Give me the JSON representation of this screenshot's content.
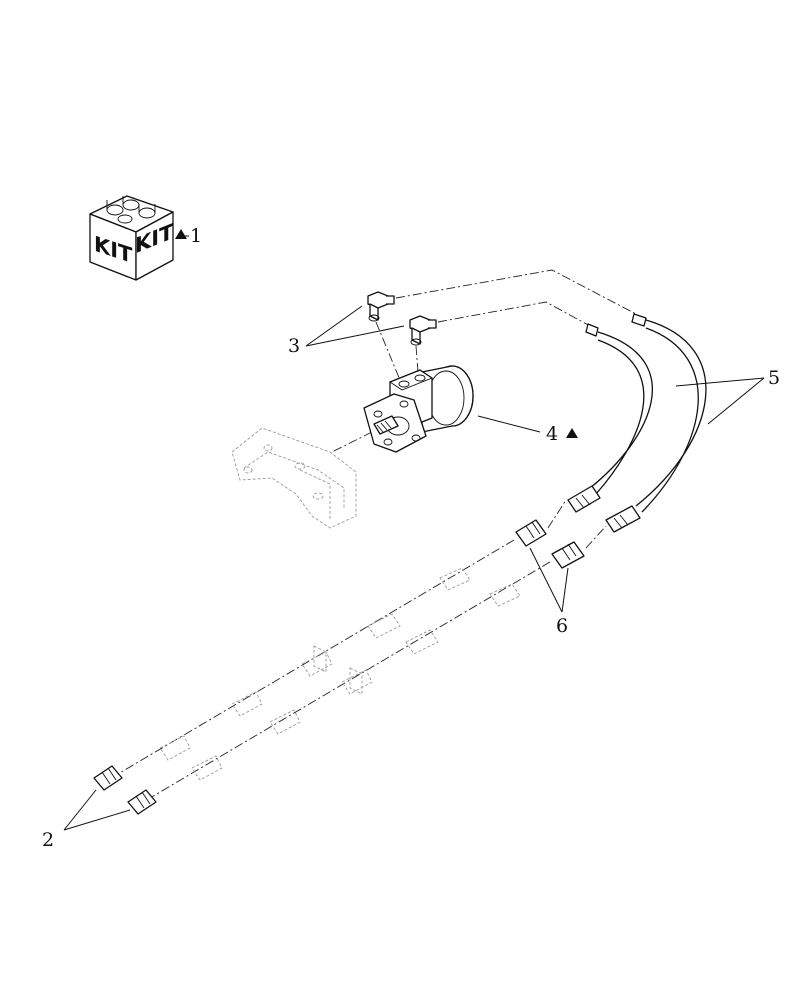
{
  "callouts": [
    {
      "id": "1",
      "label": "1",
      "marker": "triangle"
    },
    {
      "id": "2",
      "label": "2",
      "marker": ""
    },
    {
      "id": "3",
      "label": "3",
      "marker": ""
    },
    {
      "id": "4",
      "label": "4",
      "marker": "triangle"
    },
    {
      "id": "5",
      "label": "5",
      "marker": ""
    },
    {
      "id": "6",
      "label": "6",
      "marker": ""
    }
  ],
  "kit_box": {
    "left_label": "KIT",
    "right_label": "KIT"
  },
  "icons": [
    "kit-box-icon",
    "triangle-marker-icon",
    "elbow-fitting-icon",
    "hydraulic-motor-icon",
    "hose-icon",
    "adapter-fitting-icon",
    "bracket-icon"
  ],
  "colors": {
    "line": "#111111",
    "ghost": "#9a9a9a",
    "background": "#ffffff"
  }
}
